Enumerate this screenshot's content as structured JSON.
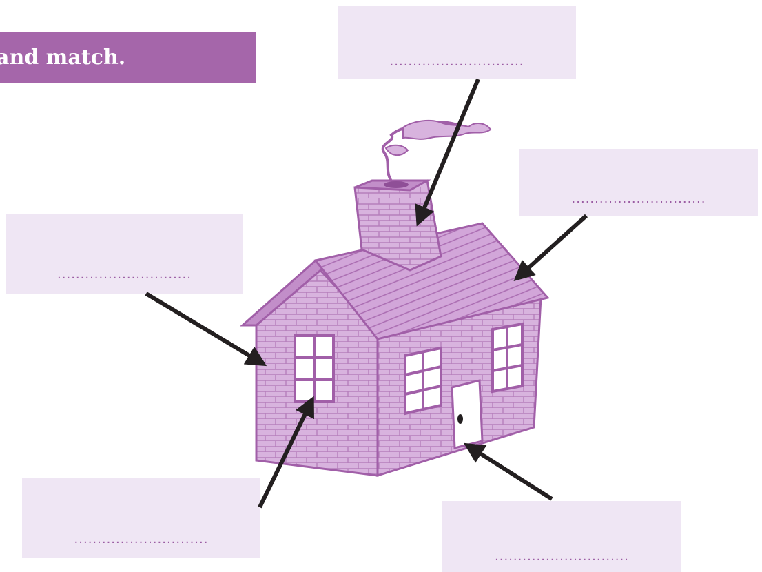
{
  "instruction": {
    "text": "and match."
  },
  "answer_boxes": [
    {
      "id": "chimney",
      "placeholder": "............................."
    },
    {
      "id": "roof",
      "placeholder": "............................."
    },
    {
      "id": "wall",
      "placeholder": "............................."
    },
    {
      "id": "window",
      "placeholder": "............................."
    },
    {
      "id": "door",
      "placeholder": "............................."
    }
  ],
  "colors": {
    "banner": "#a566aa",
    "box": "#efe6f4",
    "house_fill": "#d8b3de",
    "house_line": "#a15fa8",
    "arrow": "#231f20"
  },
  "illustration": {
    "icon": "house-icon"
  }
}
